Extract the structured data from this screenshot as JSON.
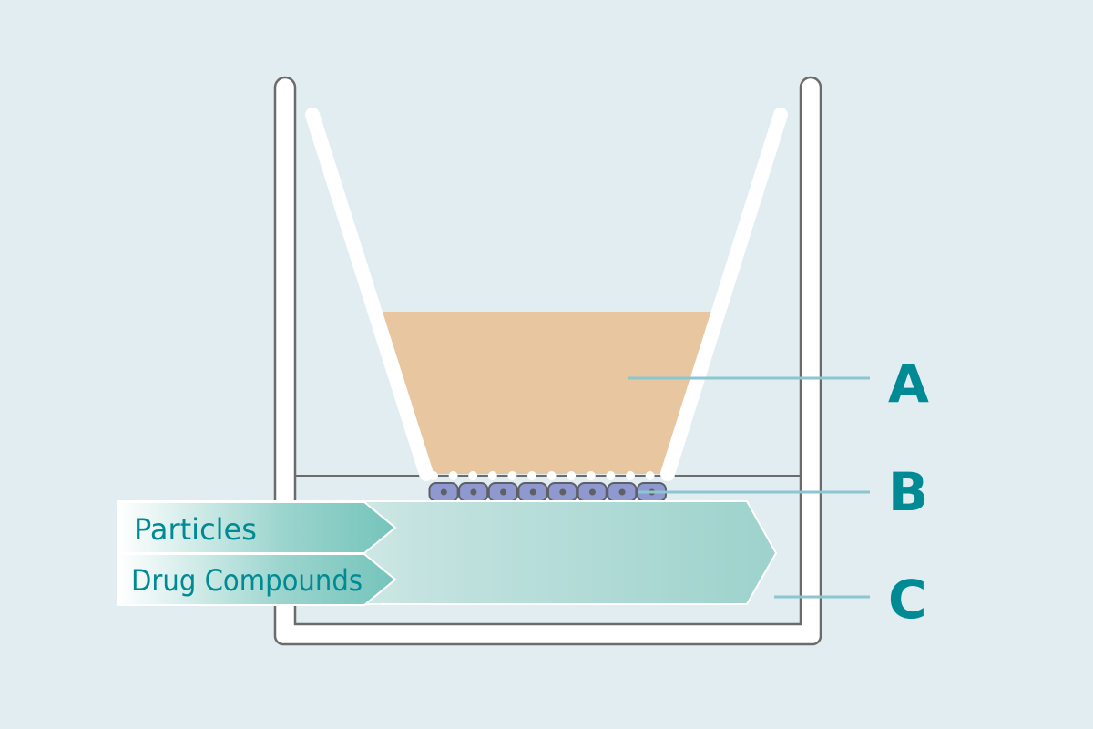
{
  "colors": {
    "background": "#e1edf1",
    "apical_medium": "#e8c6a0",
    "cells": "#8f98cf",
    "label": "#008a94",
    "leader": "#8cc6d0"
  },
  "labels": {
    "a": "A",
    "b": "B",
    "c": "C"
  },
  "arrows": {
    "particles": "Particles",
    "drug_compounds": "Drug Compounds"
  },
  "cell_count": 8
}
